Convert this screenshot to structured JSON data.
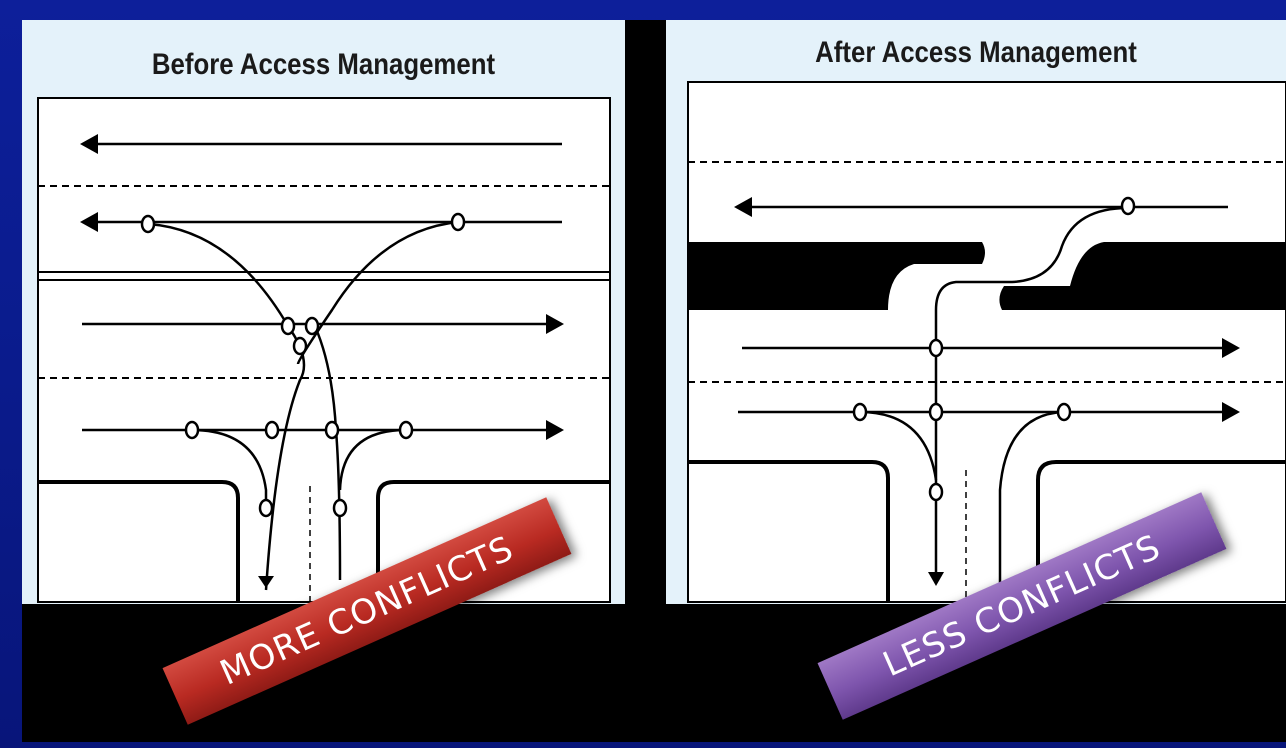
{
  "before": {
    "title": "Before Access Management"
  },
  "after": {
    "title": "After Access Management"
  },
  "banners": {
    "more": "MORE CONFLICTS",
    "less": "LESS CONFLICTS"
  },
  "colors": {
    "background": "#0d1f9a",
    "panel": "#e4f2fa",
    "more_banner": "#b92a22",
    "less_banner": "#7e55ad"
  }
}
